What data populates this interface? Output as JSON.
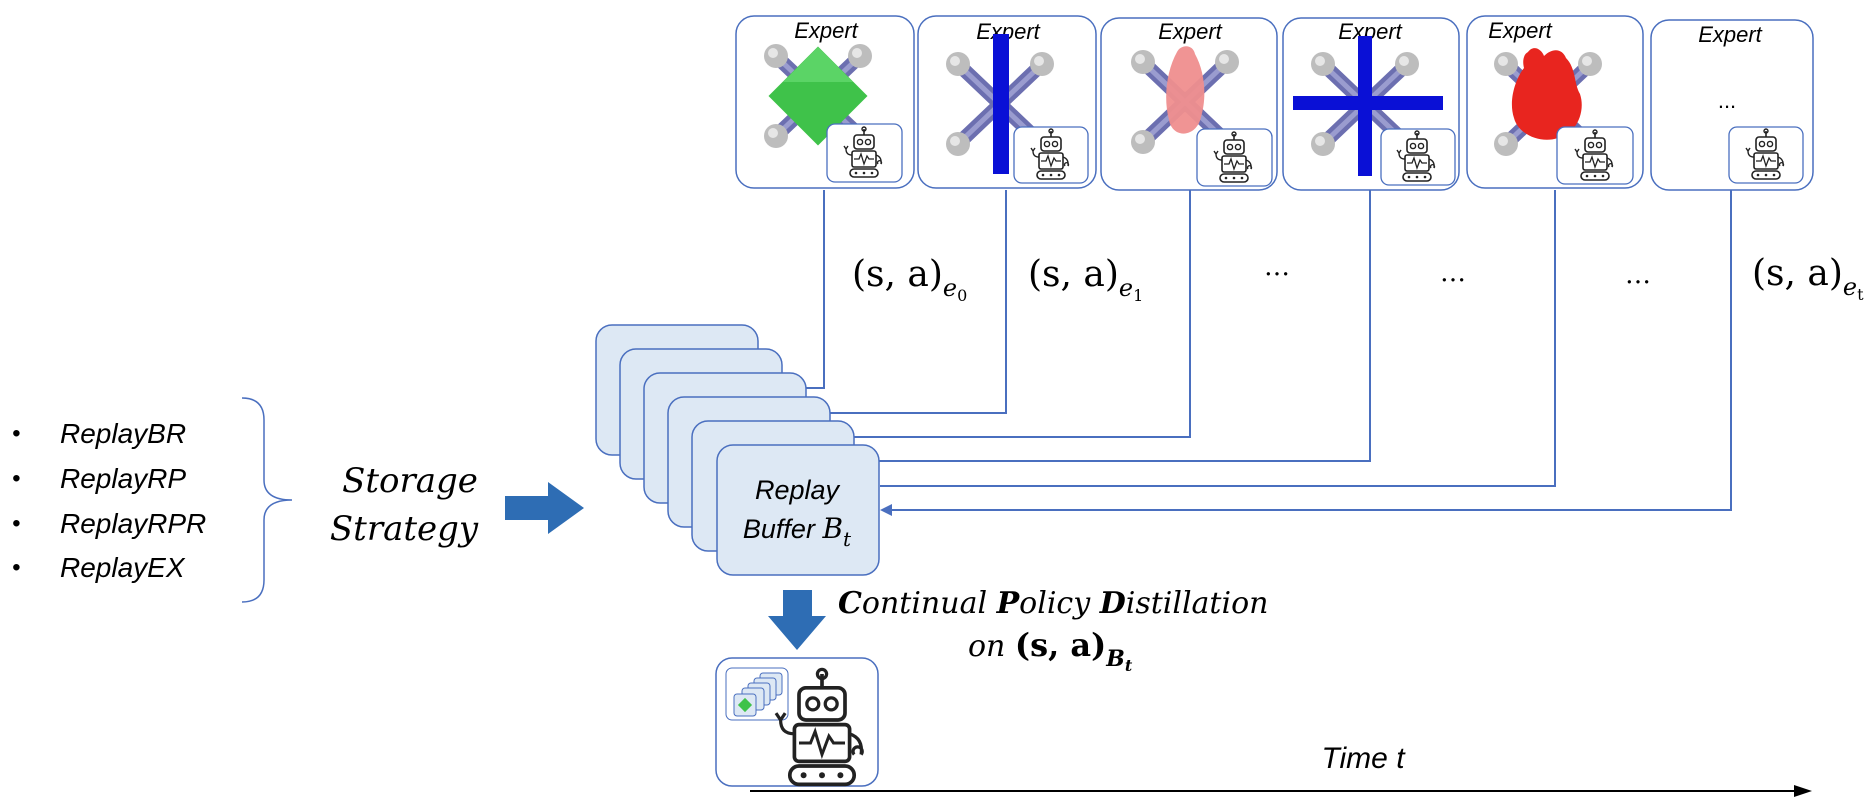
{
  "experts": [
    {
      "label": "Expert",
      "shape": "green-diamond"
    },
    {
      "label": "Expert",
      "shape": "vertical-bar"
    },
    {
      "label": "Expert",
      "shape": "pink-blob"
    },
    {
      "label": "Expert",
      "shape": "cross"
    },
    {
      "label": "Expert",
      "shape": "red-blob"
    },
    {
      "label": "Expert",
      "shape": "ellipsis",
      "placeholder": "..."
    }
  ],
  "pair_labels": [
    {
      "base": "(s, a)",
      "sub": "e",
      "subsub": "0"
    },
    {
      "base": "(s, a)",
      "sub": "e",
      "subsub": "1"
    },
    {
      "base": "…"
    },
    {
      "base": "…"
    },
    {
      "base": "…"
    },
    {
      "base": "(s, a)",
      "sub": "e",
      "subsub": "t"
    }
  ],
  "strategies": [
    "ReplayBR",
    "ReplayRP",
    "ReplayRPR",
    "ReplayEX"
  ],
  "storage_label": {
    "line1": "Storage",
    "line2": "Strategy"
  },
  "buffer_label": {
    "line1": "Replay",
    "line2": "Buffer",
    "var": "B",
    "sub": "t"
  },
  "distillation": {
    "C": "C",
    "ontinual": "ontinual ",
    "P": "P",
    "olicy": "olicy ",
    "D": "D",
    "istillation": "istillation",
    "line2_prefix": "on ",
    "pair": "(s, a)",
    "sub": "B",
    "subsub": "t"
  },
  "time_label": "Time t",
  "colors": {
    "line": "#4a6fbf",
    "arrow": "#2e6db4",
    "card_border": "#4a6fbf",
    "buffer_fill": "#dde8f4",
    "bar_blue": "#0a10d6"
  }
}
